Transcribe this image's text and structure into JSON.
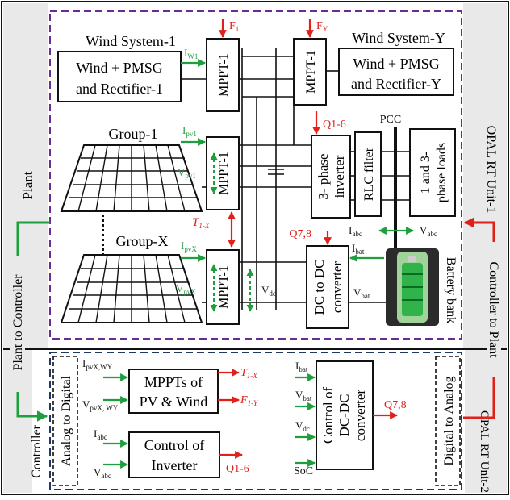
{
  "plant": {
    "label": "Plant",
    "unit_label": "OPAL RT Unit-1",
    "wind_system_1": {
      "title": "Wind System-1",
      "box_line1": "Wind + PMSG",
      "box_line2": "and Rectifier-1",
      "current": "I",
      "current_sub": "W1"
    },
    "wind_system_y": {
      "title": "Wind System-Y",
      "box_line1": "Wind + PMSG",
      "box_line2": "and Rectifier-Y"
    },
    "mppt_label": "MPPT-1",
    "f1": "F",
    "f1_sub": "1",
    "fy": "F",
    "fy_sub": "Y",
    "group_1": "Group-1",
    "group_x": "Group-X",
    "ipv1": "I",
    "ipv1_sub": "pv1",
    "vpv1": "V",
    "vpv1_sub": "pv1",
    "ipvx": "I",
    "ipvx_sub": "pvX",
    "vpvx": "V",
    "vpvx_sub": "pvX",
    "t1x": "T",
    "t1x_sub": "1-X",
    "inverter_line1": "3- phase",
    "inverter_line2": "inverter",
    "q16": "Q1-6",
    "rlc": "RLC filter",
    "pcc": "PCC",
    "loads_line1": "1 and 3-",
    "loads_line2": "phase loads",
    "iabc": "I",
    "iabc_sub": "abc",
    "vabc": "V",
    "vabc_sub": "abc",
    "q78": "Q7,8",
    "dcdc_line1": "DC to DC",
    "dcdc_line2": "converter",
    "ibat": "I",
    "ibat_sub": "bat",
    "vbat": "V",
    "vbat_sub": "bat",
    "vdc": "V",
    "vdc_sub": "dc",
    "battery_label": "Battery bank"
  },
  "links": {
    "plant_to_controller": "Plant to Controller",
    "controller_to_plant": "Controller to Plant"
  },
  "controller": {
    "label": "Controller",
    "adc": "Analog to Digital",
    "dac": "Digital to Analog",
    "unit_label": "OPAL RT Unit-2",
    "in_ipvxwy": "I",
    "in_ipvxwy_sub": "pvX,WY",
    "in_vpvxwy": "V",
    "in_vpvxwy_sub": "pvX, WY",
    "mppts_line1": "MPPTs of",
    "mppts_line2": "PV & Wind",
    "out_t1x": "T",
    "out_t1x_sub": "1-X",
    "out_f1y": "F",
    "out_f1y_sub": "1-Y",
    "in_iabc": "I",
    "in_iabc_sub": "abc",
    "in_vabc": "V",
    "in_vabc_sub": "abc",
    "ctrl_inv_line1": "Control of",
    "ctrl_inv_line2": "Inverter",
    "out_q16": "Q1-6",
    "in_ibat": "I",
    "in_ibat_sub": "bat",
    "in_vbat": "V",
    "in_vbat_sub": "bat",
    "in_vdc": "V",
    "in_vdc_sub": "dc",
    "in_soc": "SoC",
    "ctrl_dcdc_line1": "Control of",
    "ctrl_dcdc_line2": "DC-DC",
    "ctrl_dcdc_line3": "converter",
    "out_q78": "Q7,8"
  },
  "colors": {
    "plant_border": "#6a2c91",
    "controller_border": "#1f3864",
    "green": "#1e9e3c",
    "red": "#e0201b",
    "black": "#111111"
  }
}
